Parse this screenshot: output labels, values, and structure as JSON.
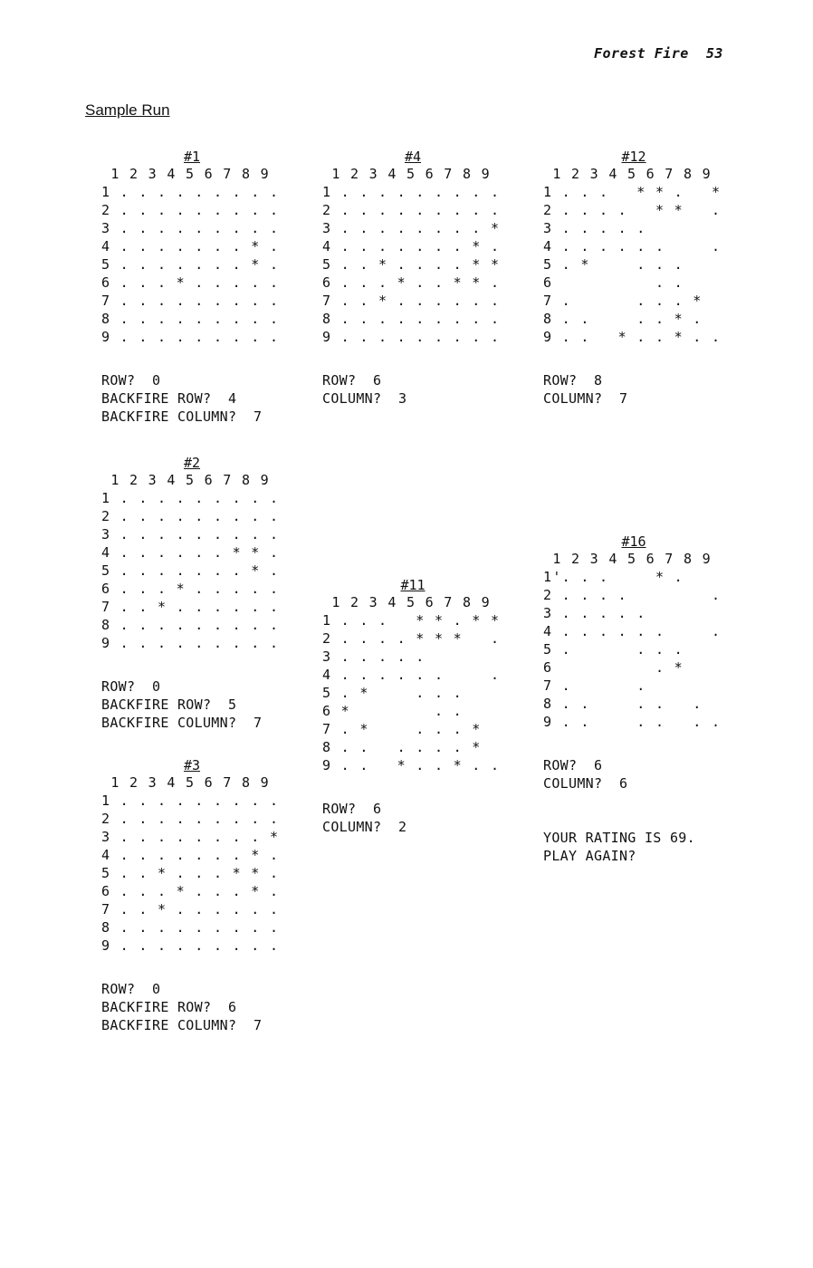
{
  "header": {
    "text": "Forest Fire  53"
  },
  "section_title": "Sample Run",
  "panels": [
    {
      "title": "#1",
      "grid": [
        " 1 2 3 4 5 6 7 8 9",
        "1 . . . . . . . . .",
        "2 . . . . . . . . .",
        "3 . . . . . . . . .",
        "4 . . . . . . . * .",
        "5 . . . . . . . * .",
        "6 . . . * . . . . .",
        "7 . . . . . . . . .",
        "8 . . . . . . . . .",
        "9 . . . . . . . . ."
      ],
      "output": [
        "ROW?  0",
        "BACKFIRE ROW?  4",
        "BACKFIRE COLUMN?  7"
      ]
    },
    {
      "title": "#2",
      "grid": [
        " 1 2 3 4 5 6 7 8 9",
        "1 . . . . . . . . .",
        "2 . . . . . . . . .",
        "3 . . . . . . . . .",
        "4 . . . . . . * * .",
        "5 . . . . . . . * .",
        "6 . . . * . . . . .",
        "7 . . * . . . . . .",
        "8 . . . . . . . . .",
        "9 . . . . . . . . ."
      ],
      "output": [
        "ROW?  0",
        "BACKFIRE ROW?  5",
        "BACKFIRE COLUMN?  7"
      ]
    },
    {
      "title": "#3",
      "grid": [
        " 1 2 3 4 5 6 7 8 9",
        "1 . . . . . . . . .",
        "2 . . . . . . . . .",
        "3 . . . . . . . . *",
        "4 . . . . . . . * .",
        "5 . . * . . . * * .",
        "6 . . . * . . . * .",
        "7 . . * . . . . . .",
        "8 . . . . . . . . .",
        "9 . . . . . . . . ."
      ],
      "output": [
        "ROW?  0",
        "BACKFIRE ROW?  6",
        "BACKFIRE COLUMN?  7"
      ]
    },
    {
      "title": "#4",
      "grid": [
        " 1 2 3 4 5 6 7 8 9",
        "1 . . . . . . . . .",
        "2 . . . . . . . . .",
        "3 . . . . . . . . *",
        "4 . . . . . . . * .",
        "5 . . * . . . . * *",
        "6 . . . * . . * * .",
        "7 . . * . . . . . .",
        "8 . . . . . . . . .",
        "9 . . . . . . . . ."
      ],
      "output": [
        "ROW?  6",
        "COLUMN?  3"
      ]
    },
    {
      "title": "#11",
      "grid": [
        " 1 2 3 4 5 6 7 8 9",
        "1 . . .   * * . * *",
        "2 . . . . * * *   .",
        "3 . . . . .",
        "4 . . . . . .     .",
        "5 . *     . . .",
        "6 *         . .",
        "7 . *     . . . *",
        "8 . .   . . . . *",
        "9 . .   * . . * . ."
      ],
      "output": [
        "ROW?  6",
        "COLUMN?  2"
      ]
    },
    {
      "title": "#12",
      "grid": [
        " 1 2 3 4 5 6 7 8 9",
        "1 . . .   * * .   *",
        "2 . . . .   * *   .",
        "3 . . . . .",
        "4 . . . . . .     .",
        "5 . *     . . .",
        "6           . .",
        "7 .       . . . *",
        "8 . .     . . * .",
        "9 . .   * . . * . ."
      ],
      "output": [
        "ROW?  8",
        "COLUMN?  7"
      ]
    },
    {
      "title": "#16",
      "grid": [
        " 1 2 3 4 5 6 7 8 9",
        "1'. . .     * .",
        "2 . . . .         .",
        "3 . . . . .",
        "4 . . . . . .     .",
        "5 .       . . .",
        "6           . *",
        "7 .       .",
        "8 . .     . .   .",
        "9 . .     . .   . ."
      ],
      "output": [
        "ROW?  6",
        "COLUMN?  6",
        "",
        "",
        "YOUR RATING IS 69.",
        "PLAY AGAIN?"
      ]
    }
  ]
}
